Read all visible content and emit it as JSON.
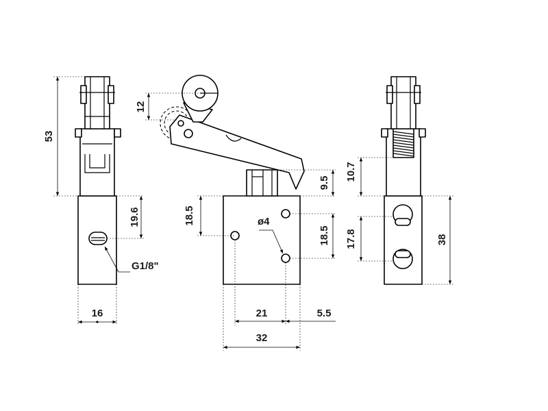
{
  "dimensions": {
    "d53": "53",
    "d12": "12",
    "d19_6": "19.6",
    "d16": "16",
    "thread": "G1/8\"",
    "d18_5_left": "18.5",
    "d_hole": "ø4",
    "d9_5": "9.5",
    "d18_5_right": "18.5",
    "d21": "21",
    "d5_5": "5.5",
    "d32": "32",
    "d10_7": "10.7",
    "d17_8": "17.8",
    "d38": "38"
  }
}
